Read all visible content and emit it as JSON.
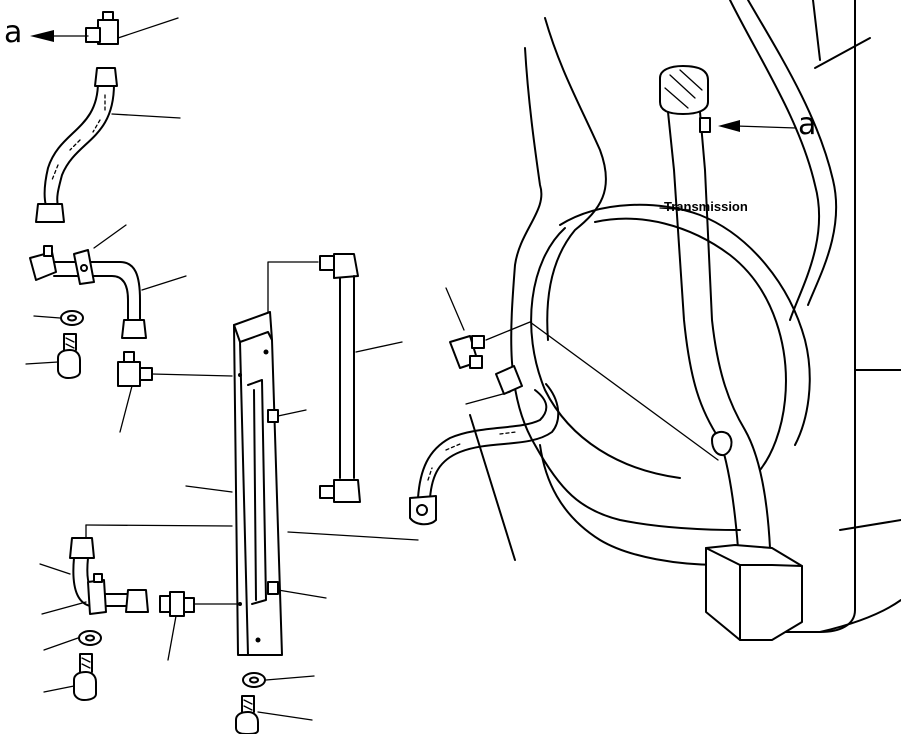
{
  "labels": {
    "a_top_left": "a",
    "a_right": "a",
    "transmission": "Transmission"
  },
  "colors": {
    "line": "#000000",
    "background": "#ffffff"
  }
}
